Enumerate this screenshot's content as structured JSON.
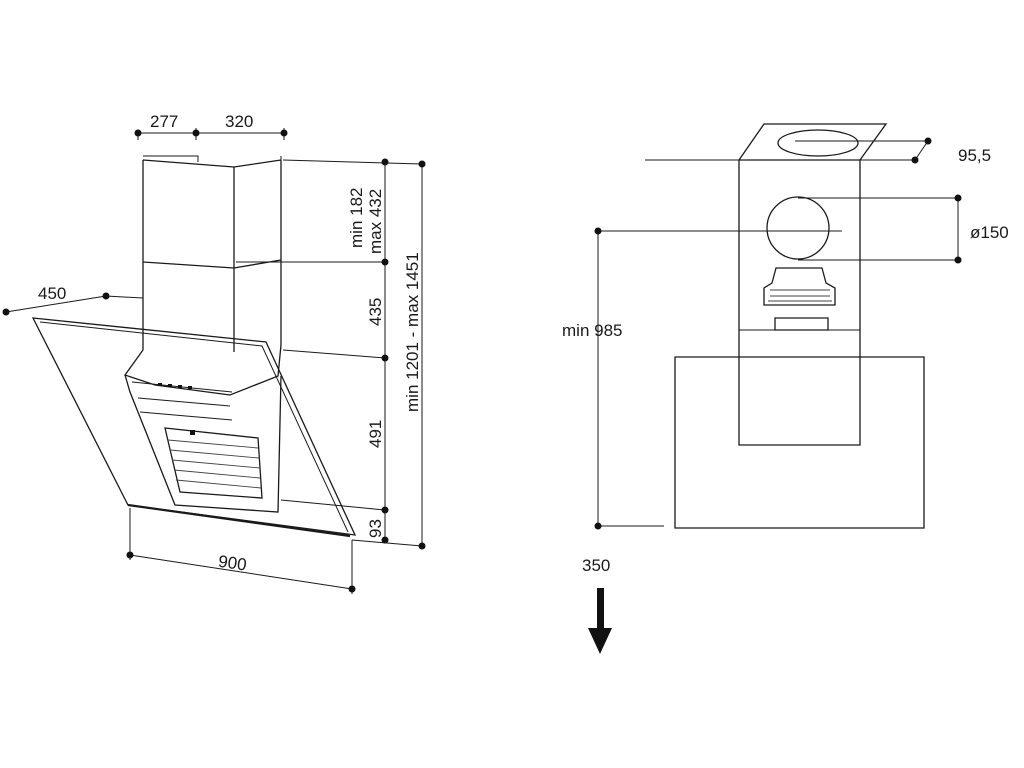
{
  "side_view": {
    "dim_277": "277",
    "dim_320": "320",
    "dim_450": "450",
    "dim_900": "900",
    "dim_chimney_range": "min 182\nmax 432",
    "dim_435": "435",
    "dim_491": "491",
    "dim_93": "93",
    "dim_total_range": "min 1201 - max 1451"
  },
  "front_view": {
    "dim_95_5": "95,5",
    "dim_diameter": "ø150",
    "dim_min_985": "min 985",
    "dim_350": "350"
  }
}
